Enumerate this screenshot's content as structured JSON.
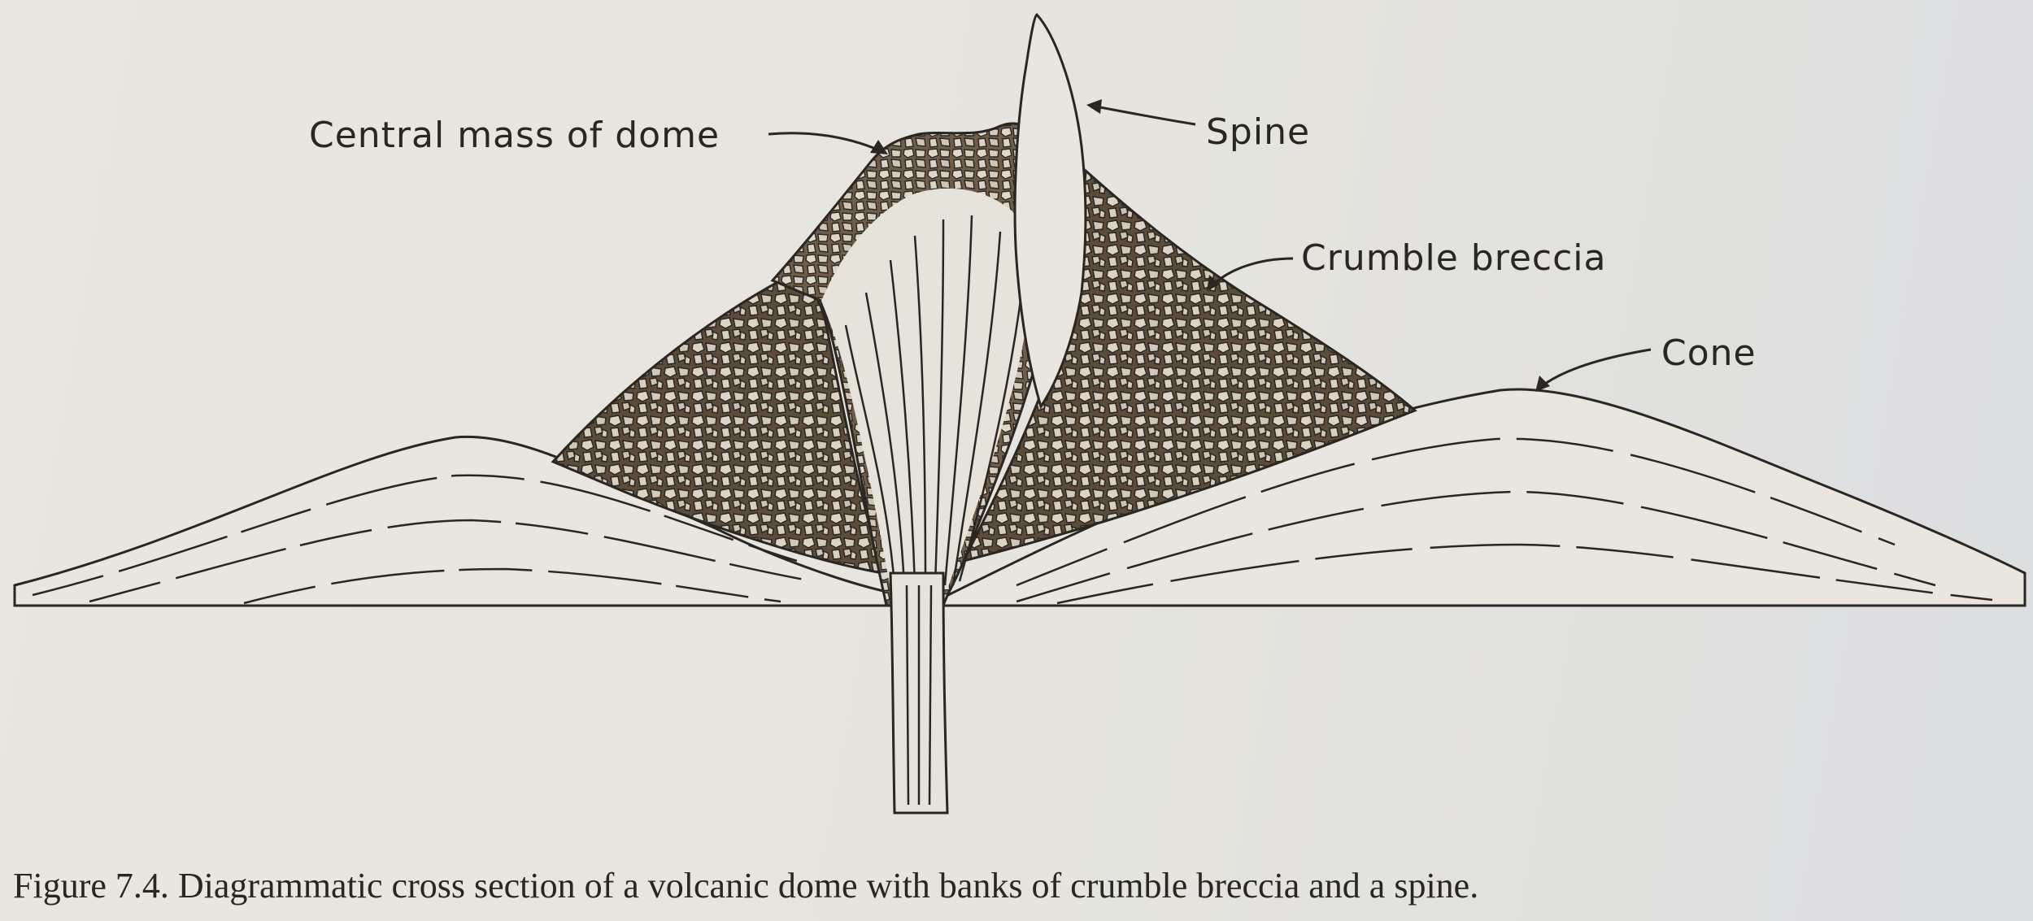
{
  "labels": {
    "central_mass": "Central mass of dome",
    "spine": "Spine",
    "crumble_breccia": "Crumble breccia",
    "cone": "Cone"
  },
  "caption": "Figure 7.4. Diagrammatic cross section of a volcanic dome with banks of crumble breccia and a spine.",
  "colors": {
    "ink": "#2a2622",
    "breccia_fill": "#5a4a38",
    "paper": "#e7e6df"
  }
}
